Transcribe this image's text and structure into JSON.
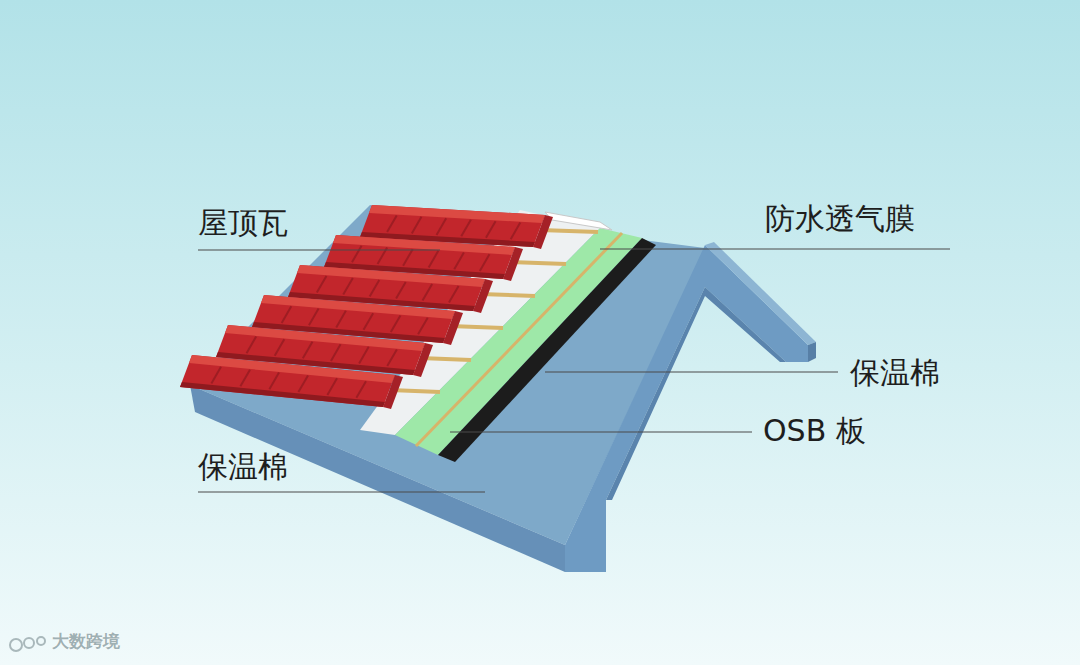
{
  "diagram": {
    "labels": [
      "屋顶瓦",
      "防水透气膜",
      "保温棉",
      "OSB 板",
      "保温棉",
      "大数跨境"
    ]
  }
}
